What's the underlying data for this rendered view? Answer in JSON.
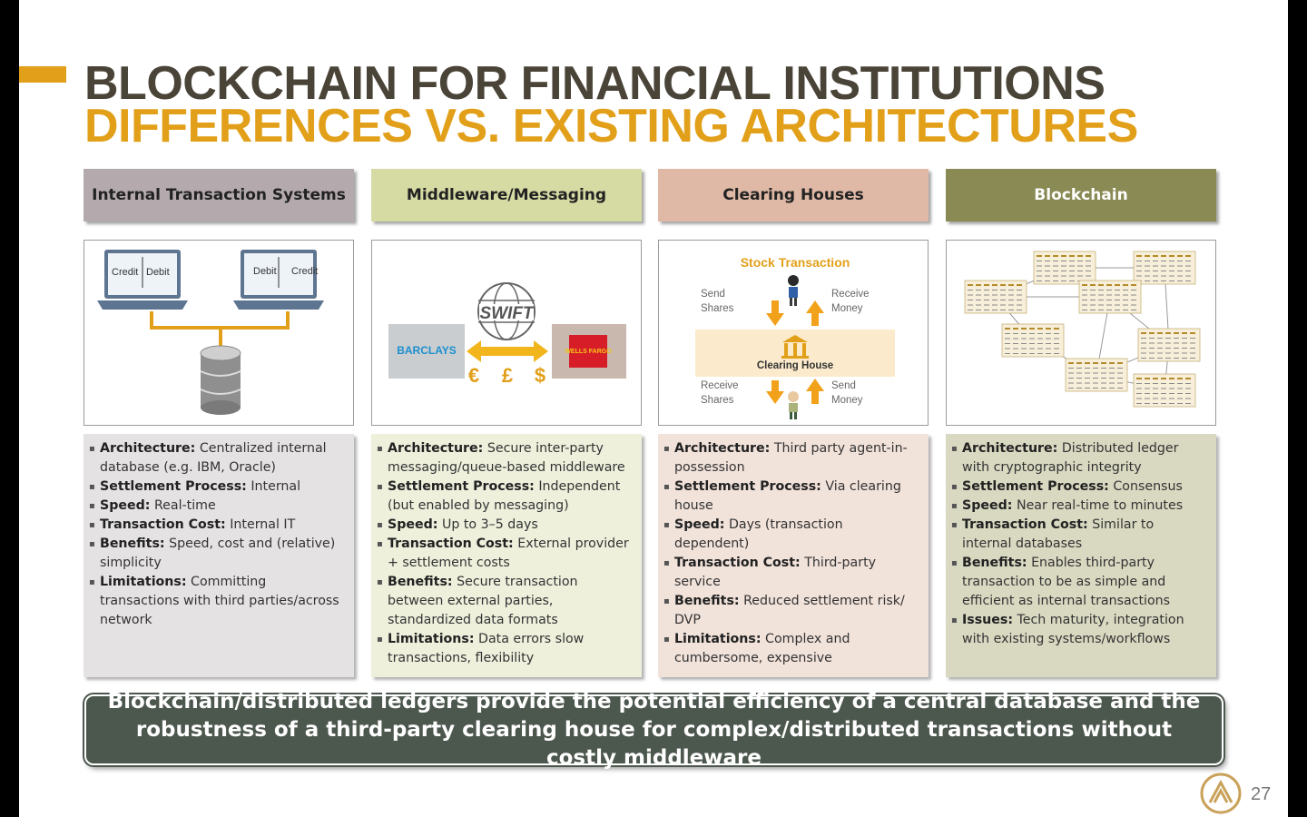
{
  "title": {
    "line1": "BLOCKCHAIN FOR FINANCIAL INSTITUTIONS",
    "line2": "DIFFERENCES VS. EXISTING ARCHITECTURES"
  },
  "columns": [
    {
      "header": "Internal Transaction Systems",
      "diagram": {
        "left_labels": [
          "Credit",
          "Debit"
        ],
        "right_labels": [
          "Debit",
          "Credit"
        ]
      },
      "bullets": [
        {
          "label": "Architecture:",
          "text": " Centralized internal database (e.g. IBM, Oracle)"
        },
        {
          "label": "Settlement Process:",
          "text": " Internal"
        },
        {
          "label": "Speed:",
          "text": " Real-time"
        },
        {
          "label": "Transaction Cost:",
          "text": " Internal IT"
        },
        {
          "label": "Benefits:",
          "text": " Speed, cost and (relative) simplicity"
        },
        {
          "label": "Limitations:",
          "text": " Committing transactions with third parties/across network"
        }
      ]
    },
    {
      "header": "Middleware/Messaging",
      "diagram": {
        "swift": "SWIFT",
        "bank_left": "BARCLAYS",
        "bank_right": "WELLS FARGO",
        "currencies": [
          "€",
          "£",
          "$"
        ]
      },
      "bullets": [
        {
          "label": "Architecture:",
          "text": " Secure inter-party messaging/queue-based middleware"
        },
        {
          "label": "Settlement Process:",
          "text": " Independent (but enabled by messaging)"
        },
        {
          "label": "Speed:",
          "text": " Up to 3–5 days"
        },
        {
          "label": "Transaction Cost:",
          "text": " External provider + settlement costs"
        },
        {
          "label": "Benefits:",
          "text": " Secure transaction between external parties, standardized data formats"
        },
        {
          "label": "Limitations:",
          "text": " Data errors slow transactions, flexibility"
        }
      ]
    },
    {
      "header": "Clearing Houses",
      "diagram": {
        "title": "Stock Transaction",
        "send_shares": [
          "Send",
          "Shares"
        ],
        "receive_money": [
          "Receive",
          "Money"
        ],
        "clearing_house": "Clearing House",
        "receive_shares": [
          "Receive",
          "Shares"
        ],
        "send_money": [
          "Send",
          "Money"
        ]
      },
      "bullets": [
        {
          "label": "Architecture:",
          "text": " Third party agent-in-possession"
        },
        {
          "label": "Settlement Process:",
          "text": " Via clearing house"
        },
        {
          "label": "Speed:",
          "text": " Days (transaction dependent)"
        },
        {
          "label": "Transaction Cost:",
          "text": " Third-party service"
        },
        {
          "label": "Benefits:",
          "text": " Reduced settlement risk/ DVP"
        },
        {
          "label": "Limitations:",
          "text": " Complex and cumbersome, expensive"
        }
      ]
    },
    {
      "header": "Blockchain",
      "bullets": [
        {
          "label": "Architecture:",
          "text": " Distributed ledger with cryptographic integrity"
        },
        {
          "label": "Settlement Process:",
          "text": " Consensus"
        },
        {
          "label": "Speed:",
          "text": " Near real-time to minutes"
        },
        {
          "label": "Transaction Cost:",
          "text": " Similar to internal databases"
        },
        {
          "label": "Benefits:",
          "text": " Enables third-party transaction to be as simple and efficient as internal transactions"
        },
        {
          "label": "Issues:",
          "text": " Tech maturity, integration with existing systems/workflows"
        }
      ]
    }
  ],
  "banner": "Blockchain/distributed ledgers provide the potential efficiency of a central database and the robustness of a third-party clearing house for complex/distributed transactions without costly middleware",
  "page_number": "27",
  "colors": {
    "accent": "#e2a01a",
    "title_dark": "#4a4438",
    "banner": "#4c574d"
  }
}
